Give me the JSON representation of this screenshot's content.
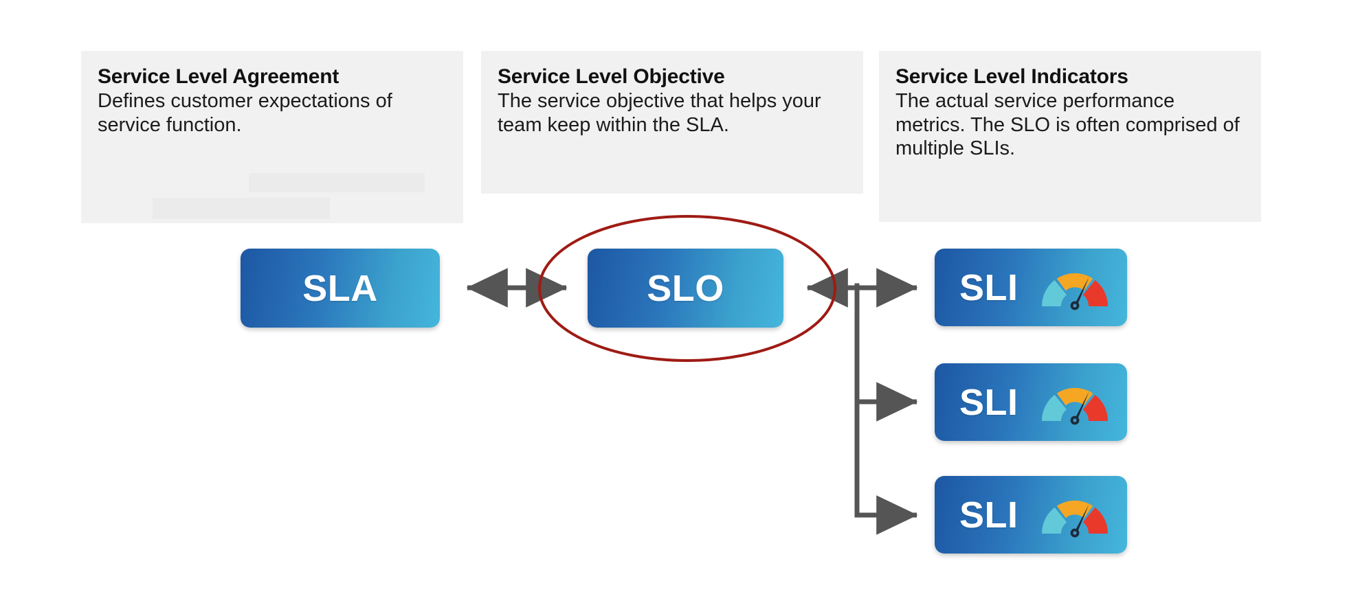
{
  "diagram": {
    "title_concepts": [
      "SLA",
      "SLO",
      "SLI"
    ],
    "highlight_color": "#9e1b14",
    "connector_color": "#555555",
    "card_bg": "#f1f1f1",
    "node_gradient_from": "#1d57a3",
    "node_gradient_to": "#45b6dc",
    "gauge_colors": {
      "low": "#62c9d8",
      "mid": "#f5a623",
      "high": "#e8392b",
      "needle": "#1c2b3a"
    }
  },
  "cards": [
    {
      "title": "Service Level Agreement",
      "body": "Defines customer expectations of service function.",
      "redacted_blocks": 2
    },
    {
      "title": "Service Level Objective",
      "body": "The service objective that helps your team keep within the SLA.",
      "redacted_blocks": 0
    },
    {
      "title": "Service Level Indicators",
      "body": "The actual service performance metrics. The SLO is often comprised of multiple SLIs.",
      "redacted_blocks": 0
    }
  ],
  "nodes": {
    "sla": {
      "label": "SLA"
    },
    "slo": {
      "label": "SLO",
      "highlighted": true
    },
    "sli": [
      {
        "label": "SLI"
      },
      {
        "label": "SLI"
      },
      {
        "label": "SLI"
      }
    ]
  },
  "connectors": {
    "sla_slo": {
      "type": "double-arrow",
      "from": "SLA",
      "to": "SLO"
    },
    "slo_sli": {
      "type": "branching-arrows",
      "from": "SLO",
      "to": "SLI",
      "branches": 3
    }
  }
}
